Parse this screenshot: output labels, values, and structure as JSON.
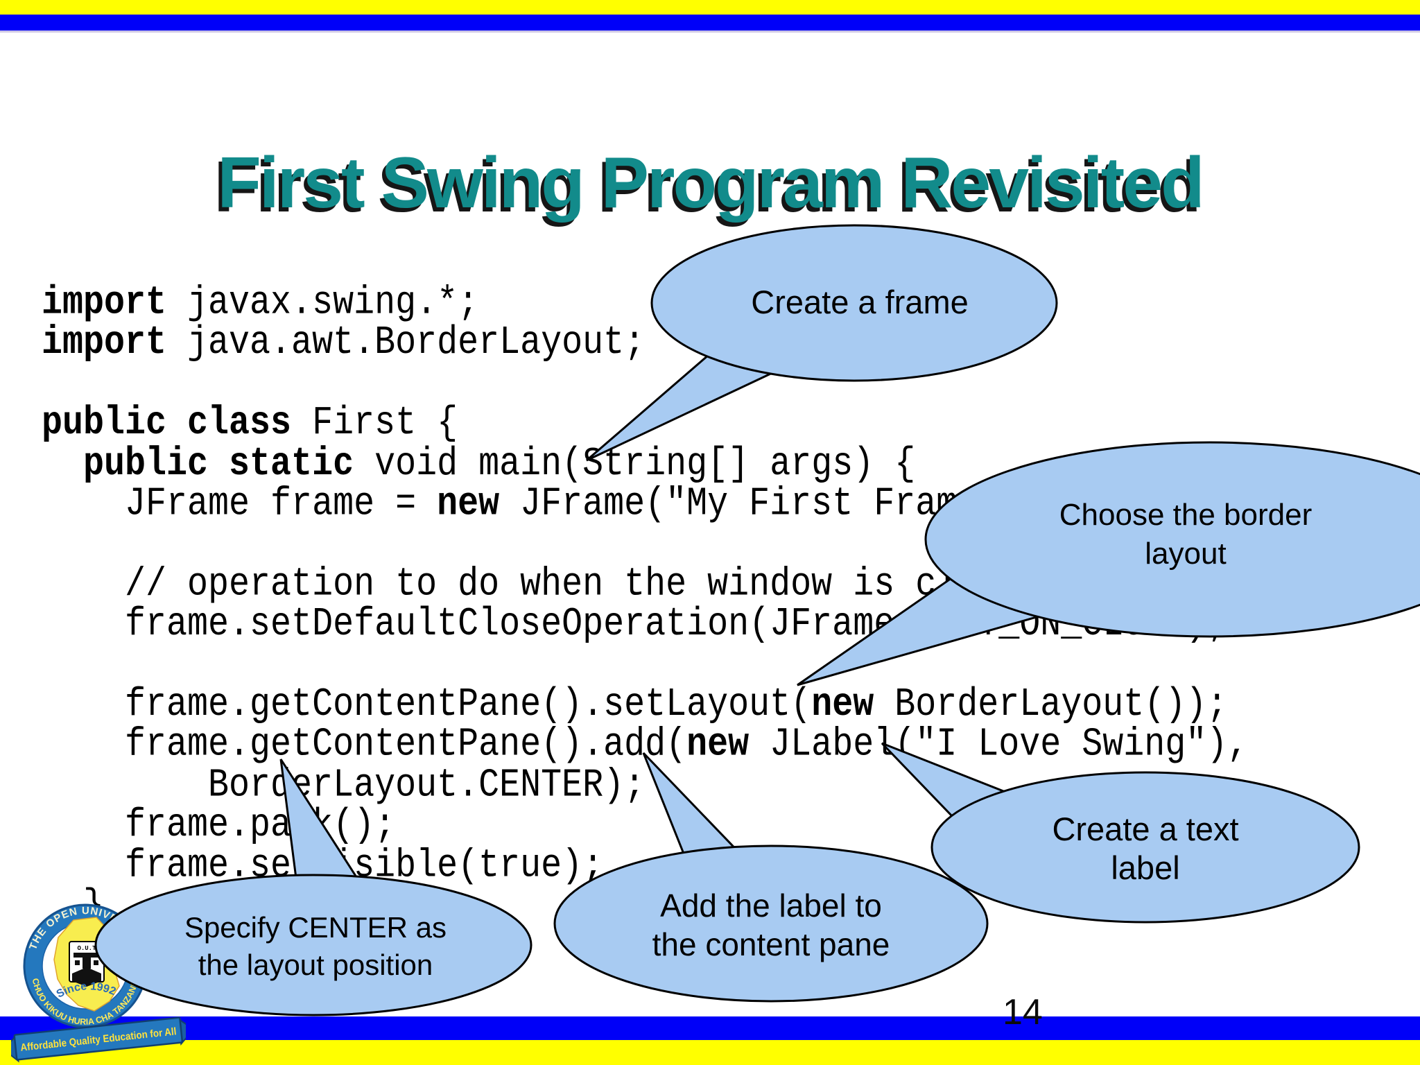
{
  "slide": {
    "title": "First Swing Program Revisited",
    "page_number": "14"
  },
  "colors": {
    "bar_yellow": "#FFFF00",
    "bar_blue": "#0000F8",
    "title_teal": "#128B8B",
    "code_text": "#000000",
    "bubble_fill": "#A8CBF2",
    "bubble_stroke": "#000000",
    "bubble_text": "#000000",
    "logo_ring_blue": "#2478BE",
    "logo_ring_edge": "#16528E",
    "logo_map_yellow": "#F8ED4F",
    "logo_ribbon_text_yellow": "#FFE23D"
  },
  "code": {
    "lines": [
      [
        {
          "t": "import",
          "b": true
        },
        {
          "t": " javax.swing.*;"
        }
      ],
      [
        {
          "t": "import",
          "b": true
        },
        {
          "t": " java.awt.BorderLayout;"
        }
      ],
      [],
      [
        {
          "t": "public class",
          "b": true
        },
        {
          "t": " First {"
        }
      ],
      [
        {
          "t": "  "
        },
        {
          "t": "public static",
          "b": true
        },
        {
          "t": " void main(String[] args) {"
        }
      ],
      [
        {
          "t": "    JFrame frame = "
        },
        {
          "t": "new",
          "b": true
        },
        {
          "t": " JFrame(\"My First Frame\");"
        }
      ],
      [],
      [
        {
          "t": "    // operation to do when the window is closed"
        }
      ],
      [
        {
          "t": "    frame.setDefaultCloseOperation(JFrame.EXIT_ON_CLOSE);"
        }
      ],
      [],
      [
        {
          "t": "    frame.getContentPane().setLayout("
        },
        {
          "t": "new",
          "b": true
        },
        {
          "t": " BorderLayout());"
        }
      ],
      [
        {
          "t": "    frame.getContentPane().add("
        },
        {
          "t": "new",
          "b": true
        },
        {
          "t": " JLabel(\"I Love Swing\"),"
        }
      ],
      [
        {
          "t": "        BorderLayout.CENTER);"
        }
      ],
      [
        {
          "t": "    frame.pack();"
        }
      ],
      [
        {
          "t": "    frame.setVisible(true);"
        }
      ],
      [
        {
          "t": "  }"
        }
      ],
      [
        {
          "t": "}"
        }
      ]
    ]
  },
  "callouts": [
    {
      "id": "choose-border-layout",
      "lines": [
        "Choose the border",
        "layout"
      ]
    },
    {
      "id": "create-frame",
      "lines": [
        "Create a frame"
      ]
    },
    {
      "id": "create-text-label",
      "lines": [
        "Create a text",
        "label"
      ]
    },
    {
      "id": "add-label-content-pane",
      "lines": [
        "Add the label to",
        "the content pane"
      ]
    },
    {
      "id": "specify-center",
      "lines": [
        "Specify CENTER as",
        "the layout position"
      ]
    }
  ],
  "logo": {
    "top_arc": "THE OPEN UNIVERSITY",
    "bottom_arc": "CHUO KIKUU HURIA CHA TANZANIA",
    "since": "Since 1992",
    "emblem": "O.U.T",
    "ribbon": "Affordable Quality Education for All"
  }
}
